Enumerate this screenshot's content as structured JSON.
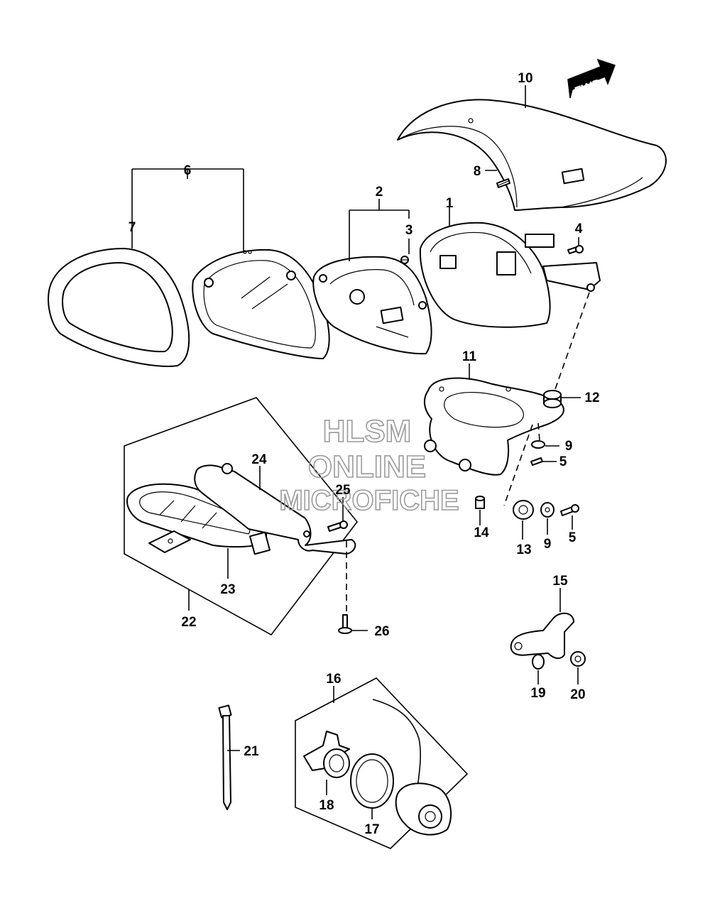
{
  "watermark": {
    "line1": "HLSM",
    "line2": "ONLINE",
    "line3": "MICROFICHE",
    "color": "#9a9a9a"
  },
  "fwd_badge": {
    "label": "FWD"
  },
  "callouts": [
    {
      "id": "c1",
      "label": "1"
    },
    {
      "id": "c2",
      "label": "2"
    },
    {
      "id": "c3",
      "label": "3"
    },
    {
      "id": "c4",
      "label": "4"
    },
    {
      "id": "c5a",
      "label": "5"
    },
    {
      "id": "c5b",
      "label": "5"
    },
    {
      "id": "c6",
      "label": "6"
    },
    {
      "id": "c7",
      "label": "7"
    },
    {
      "id": "c8",
      "label": "8"
    },
    {
      "id": "c9a",
      "label": "9"
    },
    {
      "id": "c9b",
      "label": "9"
    },
    {
      "id": "c10",
      "label": "10"
    },
    {
      "id": "c11",
      "label": "11"
    },
    {
      "id": "c12",
      "label": "12"
    },
    {
      "id": "c13",
      "label": "13"
    },
    {
      "id": "c14",
      "label": "14"
    },
    {
      "id": "c15",
      "label": "15"
    },
    {
      "id": "c16",
      "label": "16"
    },
    {
      "id": "c17",
      "label": "17"
    },
    {
      "id": "c18",
      "label": "18"
    },
    {
      "id": "c19",
      "label": "19"
    },
    {
      "id": "c20",
      "label": "20"
    },
    {
      "id": "c21",
      "label": "21"
    },
    {
      "id": "c22",
      "label": "22"
    },
    {
      "id": "c23",
      "label": "23"
    },
    {
      "id": "c24",
      "label": "24"
    },
    {
      "id": "c25",
      "label": "25"
    },
    {
      "id": "c26",
      "label": "26"
    }
  ]
}
